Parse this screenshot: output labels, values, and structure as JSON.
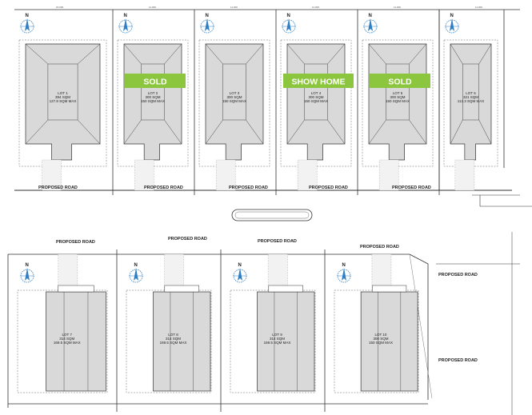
{
  "colors": {
    "badge": "#8cc63f",
    "badge_text": "#ffffff",
    "north": "#2f7fc4",
    "house": "#d9d9d9",
    "line": "#222222"
  },
  "road_labels": {
    "top_row": [
      "PROPOSED ROAD",
      "PROPOSED ROAD",
      "PROPOSED ROAD",
      "PROPOSED ROAD",
      "PROPOSED ROAD"
    ],
    "bottom_row": [
      "PROPOSED ROAD",
      "PROPOSED ROAD",
      "PROPOSED ROAD",
      "PROPOSED ROAD"
    ],
    "right": [
      "PROPOSED ROAD",
      "PROPOSED ROAD"
    ]
  },
  "top_lots": [
    {
      "name": "LOT 1",
      "area": "394 SQM",
      "max": "127.8 SQM MAX",
      "badge": ""
    },
    {
      "name": "LOT 2",
      "area": "300 SQM",
      "max": "150 SQM MAX",
      "badge": "SOLD"
    },
    {
      "name": "LOT 3",
      "area": "300 SQM",
      "max": "150 SQM MAX",
      "badge": ""
    },
    {
      "name": "LOT 4",
      "area": "300 SQM",
      "max": "150 SQM MAX",
      "badge": "SHOW HOME"
    },
    {
      "name": "LOT 5",
      "area": "300 SQM",
      "max": "150 SQM MAX",
      "badge": "SOLD"
    },
    {
      "name": "LOT 6",
      "area": "321 SQM",
      "max": "113.3 SQM MAX",
      "badge": ""
    }
  ],
  "bottom_lots": [
    {
      "name": "LOT 7",
      "area": "314 SQM",
      "max": "169.5 SQM MAX"
    },
    {
      "name": "LOT 8",
      "area": "314 SQM",
      "max": "169.5 SQM MAX"
    },
    {
      "name": "LOT 9",
      "area": "314 SQM",
      "max": "169.5 SQM MAX"
    },
    {
      "name": "LOT 10",
      "area": "300 SQM",
      "max": "150 SQM MAX"
    }
  ],
  "north_label": "N"
}
